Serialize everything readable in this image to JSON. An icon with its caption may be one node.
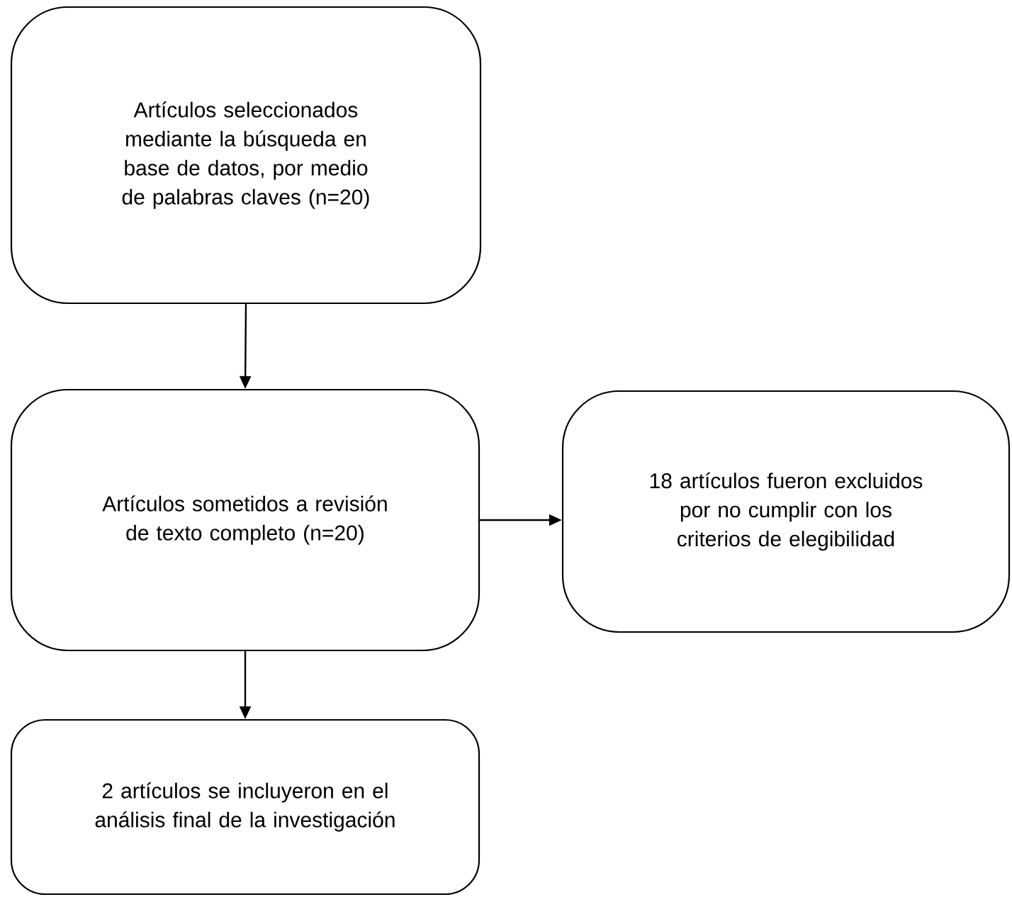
{
  "diagram": {
    "nodes": [
      {
        "text": [
          "Artículos seleccionados mediante la búsqueda en base de datos, por medio de palabras claves (n=20)"
        ]
      },
      {
        "text": [
          "Artículos sometidos a revisión de texto completo (n=20)"
        ]
      },
      {
        "text": [
          "18 artículos fueron excluidos por no cumplir con los criterios de elegibilidad"
        ]
      },
      {
        "text": [
          "2 artículos se incluyeron en el análisis final de la investigación"
        ]
      }
    ],
    "edges": [
      {
        "from": 0,
        "to": 1,
        "arrow": "to"
      },
      {
        "from": 1,
        "to": 2,
        "arrow": "to"
      },
      {
        "from": 1,
        "to": 3,
        "arrow": "to"
      }
    ]
  }
}
